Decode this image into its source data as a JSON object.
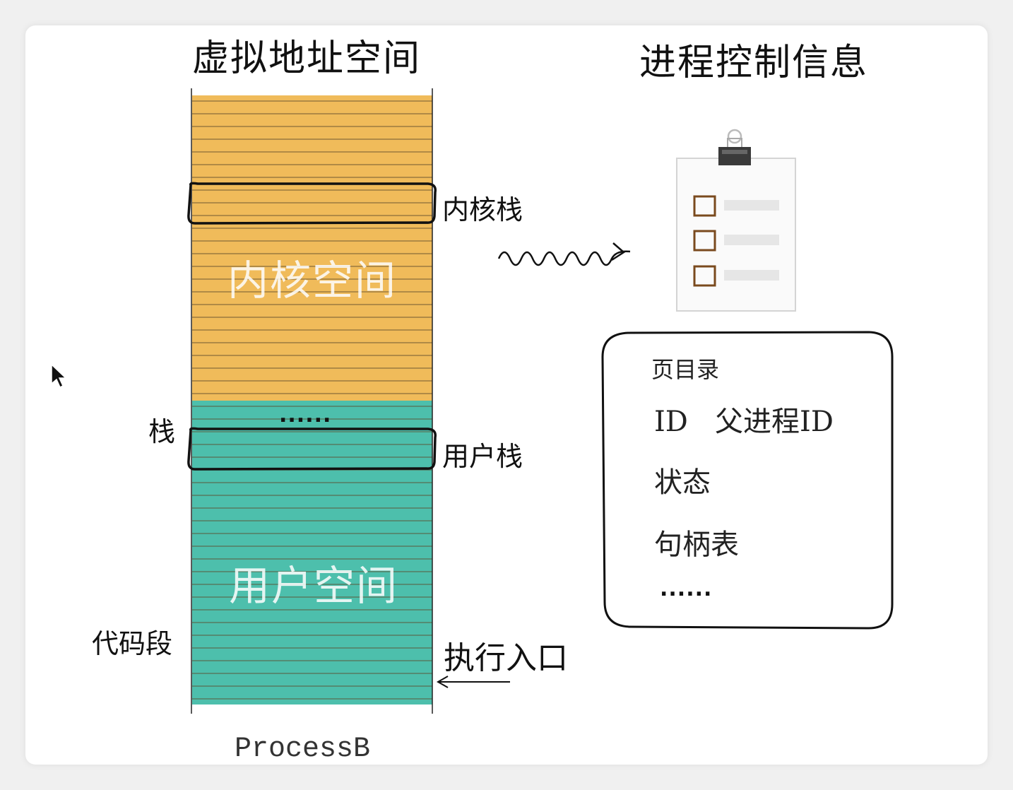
{
  "left_panel": {
    "title": "虚拟地址空间",
    "kernel_region_label": "内核空间",
    "user_region_label": "用户空间",
    "kernel_stack_label": "内核栈",
    "user_stack_label": "用户栈",
    "stack_label": "栈",
    "code_segment_label": "代码段",
    "entry_label": "执行入口",
    "ellipsis": "......",
    "process_name": "ProcessB",
    "colors": {
      "kernel": "#f0bb5a",
      "user": "#4dbfac",
      "stripe": "#6b5a3a"
    }
  },
  "right_panel": {
    "title": "进程控制信息",
    "pcb_lines": {
      "page_directory": "页目录",
      "id_line": "ID   父进程ID",
      "state": "状态",
      "handle_table": "句柄表",
      "ellipsis": "......"
    }
  },
  "icons": {
    "cursor": "mouse-pointer-icon",
    "clipboard": "clipboard-checklist-icon",
    "arrow": "wavy-arrow-icon"
  }
}
